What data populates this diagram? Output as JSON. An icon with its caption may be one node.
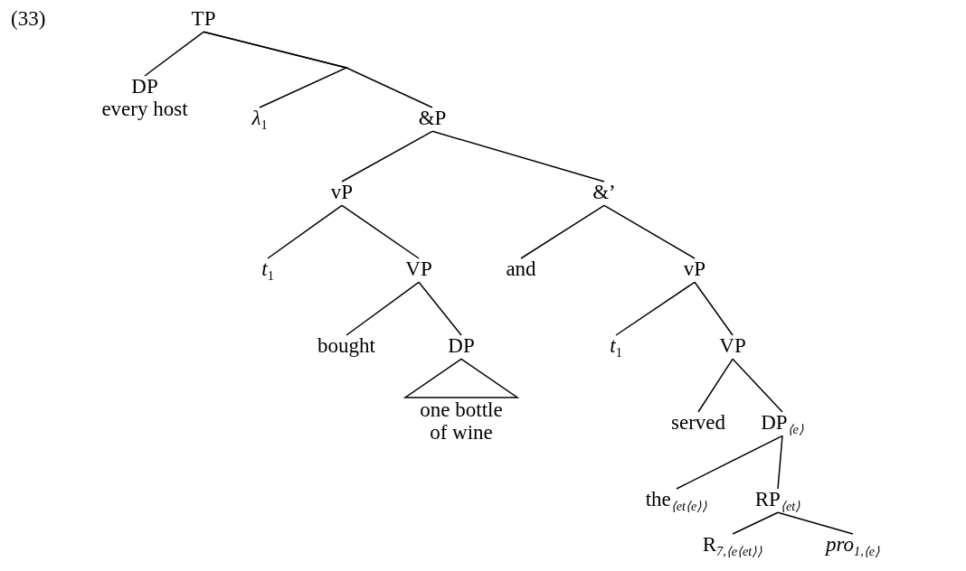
{
  "diagram": {
    "nodes": [
      {
        "text": [
          "TP"
        ]
      },
      {
        "text": [
          "DP",
          "every host"
        ]
      },
      {
        "text": [
          "*λ*$_{1}$"
        ]
      },
      {
        "text": [
          "&P"
        ]
      },
      {
        "text": [
          "vP"
        ]
      },
      {
        "text": [
          "&’"
        ]
      },
      {
        "text": [
          "*t*$_{1}$"
        ]
      },
      {
        "text": [
          "VP"
        ]
      },
      {
        "text": [
          "and"
        ]
      },
      {
        "text": [
          "vP"
        ]
      },
      {
        "text": [
          "bought"
        ]
      },
      {
        "text": [
          "DP"
        ]
      },
      {
        "text": [
          "*t*$_{1}$"
        ]
      },
      {
        "text": [
          "VP"
        ]
      },
      {
        "text": [
          "one bottle of wine"
        ]
      },
      {
        "text": [
          "served"
        ]
      },
      {
        "text": [
          "DP$_{⟨e⟩}$"
        ]
      },
      {
        "text": [
          "the$_{⟨et⟨e⟩⟩}$"
        ]
      },
      {
        "text": [
          "RP$_{⟨et⟩}$"
        ]
      },
      {
        "text": [
          "R$_{7,⟨e⟨et⟩⟩}$"
        ]
      },
      {
        "text": [
          "*pro*$_{1,⟨e⟩}$"
        ]
      }
    ],
    "edges": [
      {
        "from": 0,
        "to": 1,
        "arrow": "none"
      },
      {
        "from": 0,
        "to": 2,
        "arrow": "none"
      },
      {
        "from": 0,
        "to": 3,
        "arrow": "none"
      },
      {
        "from": 3,
        "to": 4,
        "arrow": "none"
      },
      {
        "from": 3,
        "to": 5,
        "arrow": "none"
      },
      {
        "from": 4,
        "to": 6,
        "arrow": "none"
      },
      {
        "from": 4,
        "to": 7,
        "arrow": "none"
      },
      {
        "from": 5,
        "to": 8,
        "arrow": "none"
      },
      {
        "from": 5,
        "to": 9,
        "arrow": "none"
      },
      {
        "from": 7,
        "to": 10,
        "arrow": "none"
      },
      {
        "from": 7,
        "to": 11,
        "arrow": "none"
      },
      {
        "from": 9,
        "to": 12,
        "arrow": "none"
      },
      {
        "from": 9,
        "to": 13,
        "arrow": "none"
      },
      {
        "from": 11,
        "to": 14,
        "arrow": "none"
      },
      {
        "from": 13,
        "to": 15,
        "arrow": "none"
      },
      {
        "from": 13,
        "to": 16,
        "arrow": "none"
      },
      {
        "from": 16,
        "to": 17,
        "arrow": "none"
      },
      {
        "from": 16,
        "to": 18,
        "arrow": "none"
      },
      {
        "from": 18,
        "to": 19,
        "arrow": "none"
      },
      {
        "from": 18,
        "to": 20,
        "arrow": "none"
      }
    ],
    "labels": [
      "(33)"
    ]
  }
}
